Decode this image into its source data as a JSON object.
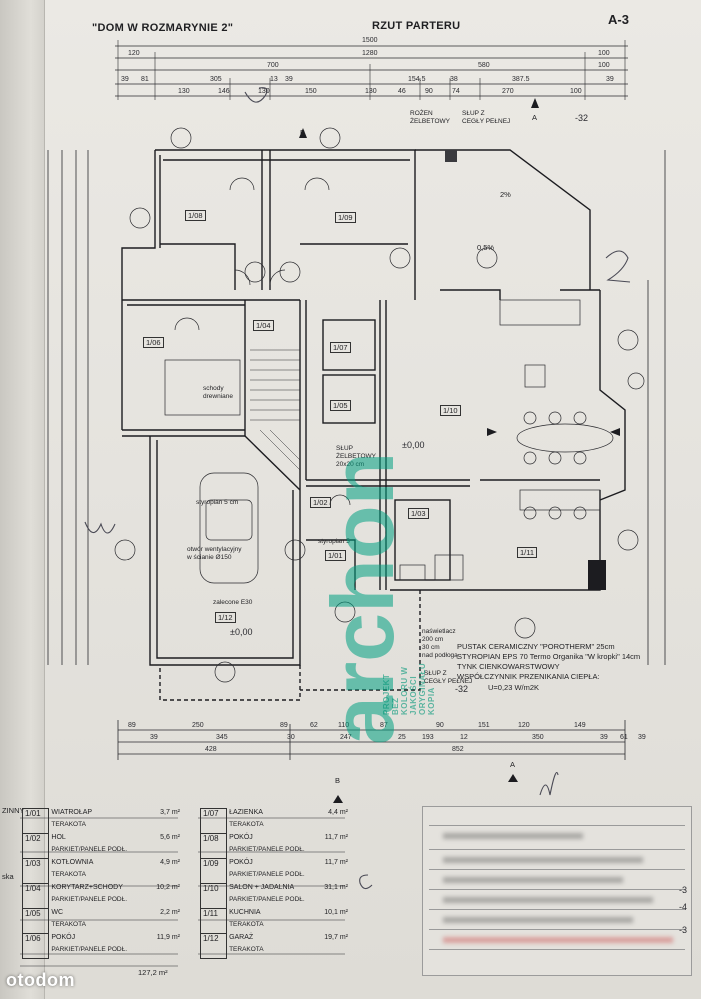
{
  "header": {
    "project": "\"DOM W ROZMARYNIE 2\"",
    "view": "RZUT PARTERU",
    "sheet": "A-3"
  },
  "dims_top": {
    "overall": "1500",
    "row2": [
      "120",
      "1280",
      "100"
    ],
    "row3": [
      "700",
      "580",
      "100"
    ],
    "row4": [
      "39",
      "81",
      "305",
      "13",
      "39",
      "154.5",
      "38",
      "387.5",
      "39"
    ],
    "row5": [
      "130",
      "146",
      "130",
      "150",
      "130",
      "46",
      "90",
      "74",
      "270",
      "100"
    ]
  },
  "dims_bottom": {
    "row1": [
      "89",
      "250",
      "89",
      "62",
      "110",
      "87",
      "90",
      "151",
      "120",
      "149"
    ],
    "row2": [
      "39",
      "345",
      "30",
      "247",
      "25",
      "193",
      "12",
      "350",
      "39",
      "61",
      "39"
    ],
    "row3": [
      "428",
      "852"
    ]
  },
  "section_markers": [
    "B",
    "B",
    "A",
    "A"
  ],
  "elevations": [
    "-32",
    "-32",
    "±0,00",
    "±0,00"
  ],
  "rooms": [
    {
      "code": "1/01",
      "label": "1/01"
    },
    {
      "code": "1/02",
      "label": "1/02"
    },
    {
      "code": "1/03",
      "label": "1/03"
    },
    {
      "code": "1/04",
      "label": "1/04"
    },
    {
      "code": "1/05",
      "label": "1/05"
    },
    {
      "code": "1/06",
      "label": "1/06"
    },
    {
      "code": "1/07",
      "label": "1/07"
    },
    {
      "code": "1/08",
      "label": "1/08"
    },
    {
      "code": "1/09",
      "label": "1/09"
    },
    {
      "code": "1/10",
      "label": "1/10"
    },
    {
      "code": "1/11",
      "label": "1/11"
    },
    {
      "code": "1/12",
      "label": "1/12"
    }
  ],
  "plan_labels": {
    "stairs": "schody\ndrewniane",
    "column": "SŁUP\nŻELBETOWY\n20x20 cm",
    "polystyrene1": "styropian 5 cm",
    "polystyrene2": "styropian 5",
    "vent": "otwór wentylacyjny\nw ścianie Ø150",
    "lintel": "zalecone E30",
    "skylight": "naświetlacz\n200 cm\n30 cm\nnad podłogą",
    "pillar": "SŁUP Z\nCEGŁY PEŁNEJ",
    "rozen": "ROŻEN\nŻELBETOWY",
    "pillar_top": "SŁUP Z\nCEGŁY PEŁNEJ",
    "slope": "0,5%",
    "slope2": "2%"
  },
  "wall_spec": [
    "PUSTAK CERAMICZNY \"POROTHERM\"  25cm",
    "STYROPIAN EPS 70 Termo Organika \"W kropki\" 14cm",
    "TYNK CIENKOWARSTWOWY",
    "WSPÓŁCZYNNIK PRZENIKANIA CIEPŁA:",
    "U=0,23 W/m2K"
  ],
  "table_left": [
    {
      "code": "1/01",
      "name": "WIATROŁAP",
      "finish": "TERAKOTA",
      "area": "3,7 m²"
    },
    {
      "code": "1/02",
      "name": "HOL",
      "finish": "PARKIET/PANELE PODŁ.",
      "area": "5,6 m²"
    },
    {
      "code": "1/03",
      "name": "KOTŁOWNIA",
      "finish": "TERAKOTA",
      "area": "4,9 m²"
    },
    {
      "code": "1/04",
      "name": "KORYTARZ+SCHODY",
      "finish": "PARKIET/PANELE PODŁ.",
      "area": "10,2 m²"
    },
    {
      "code": "1/05",
      "name": "WC",
      "finish": "TERAKOTA",
      "area": "2,2 m²"
    },
    {
      "code": "1/06",
      "name": "POKÓJ",
      "finish": "PARKIET/PANELE PODŁ.",
      "area": "11,9 m²"
    }
  ],
  "table_right": [
    {
      "code": "1/07",
      "name": "ŁAZIENKA",
      "finish": "TERAKOTA",
      "area": "4,4 m²"
    },
    {
      "code": "1/08",
      "name": "POKÓJ",
      "finish": "PARKIET/PANELE PODŁ.",
      "area": "11,7 m²"
    },
    {
      "code": "1/09",
      "name": "POKÓJ",
      "finish": "PARKIET/PANELE PODŁ.",
      "area": "11,7 m²"
    },
    {
      "code": "1/10",
      "name": "SALON + JADALNIA",
      "finish": "PARKIET/PANELE PODŁ.",
      "area": "31,1 m²"
    },
    {
      "code": "1/11",
      "name": "KUCHNIA",
      "finish": "TERAKOTA",
      "area": "10,1 m²"
    },
    {
      "code": "1/12",
      "name": "GARAŻ",
      "finish": "TERAKOTA",
      "area": "19,7 m²"
    }
  ],
  "total": "127,2 m²",
  "side_fragments": [
    "ZINNY",
    "ska"
  ],
  "watermark": {
    "big": "archon",
    "small": "PROJEKT BEZ KOLORU W JAKOŚCI ORYGINAŁU KOPIA"
  },
  "logo": "otodom",
  "stamp_marks": [
    "-3",
    "-4",
    "-3"
  ],
  "colors": {
    "paper": "#e8e6e1",
    "ink": "#1f1f22",
    "watermark": "#00a082"
  }
}
